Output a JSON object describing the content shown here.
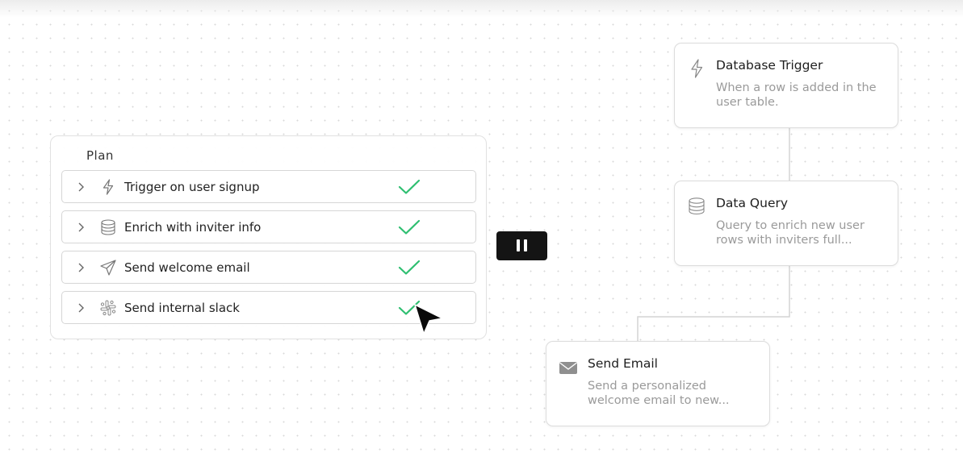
{
  "plan": {
    "title": "Plan",
    "steps": [
      {
        "label": "Trigger on user signup",
        "icon": "lightning-icon",
        "status": "done"
      },
      {
        "label": "Enrich with inviter info",
        "icon": "database-icon",
        "status": "done"
      },
      {
        "label": "Send welcome email",
        "icon": "paper-plane-icon",
        "status": "done"
      },
      {
        "label": "Send internal slack",
        "icon": "slack-icon",
        "status": "done"
      }
    ]
  },
  "controls": {
    "pause_icon": "pause-icon"
  },
  "flow": {
    "nodes": [
      {
        "title": "Database Trigger",
        "description": "When a row is added in the user table.",
        "icon": "lightning-icon"
      },
      {
        "title": "Data Query",
        "description": "Query to enrich new user rows with inviters full...",
        "icon": "database-icon"
      },
      {
        "title": "Send Email",
        "description": "Send a personalized welcome email to new...",
        "icon": "envelope-icon"
      }
    ]
  },
  "colors": {
    "check": "#2fbf71",
    "pause_bg": "#141414",
    "connector": "#d4d4d4"
  }
}
